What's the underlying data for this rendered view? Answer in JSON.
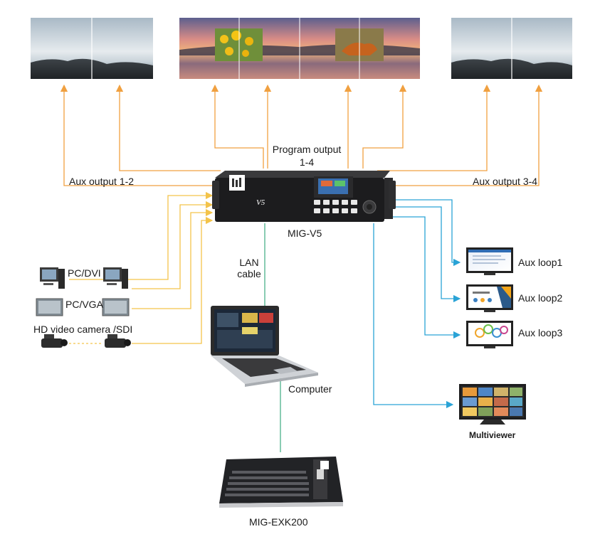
{
  "labels": {
    "program_output": "Program output",
    "program_output_range": "1-4",
    "aux_output_left": "Aux output 1-2",
    "aux_output_right": "Aux output 3-4",
    "device_name": "MIG-V5",
    "device_badge": "V5",
    "lan_cable_line1": "LAN",
    "lan_cable_line2": "cable",
    "computer": "Computer",
    "keyboard": "MIG-EXK200",
    "pc_dvi": "PC/DVI",
    "pc_vga": "PC/VGA",
    "camera_sdi": "HD video camera /SDI",
    "aux_loop1": "Aux loop1",
    "aux_loop2": "Aux loop2",
    "aux_loop3": "Aux loop3",
    "multiviewer": "Multiviewer"
  },
  "colors": {
    "orange_line": "#f0a040",
    "yellow_line": "#f3c34a",
    "blue_line": "#2aa3d6",
    "green_line": "#4bb08a",
    "device_body": "#1c1c1e"
  }
}
